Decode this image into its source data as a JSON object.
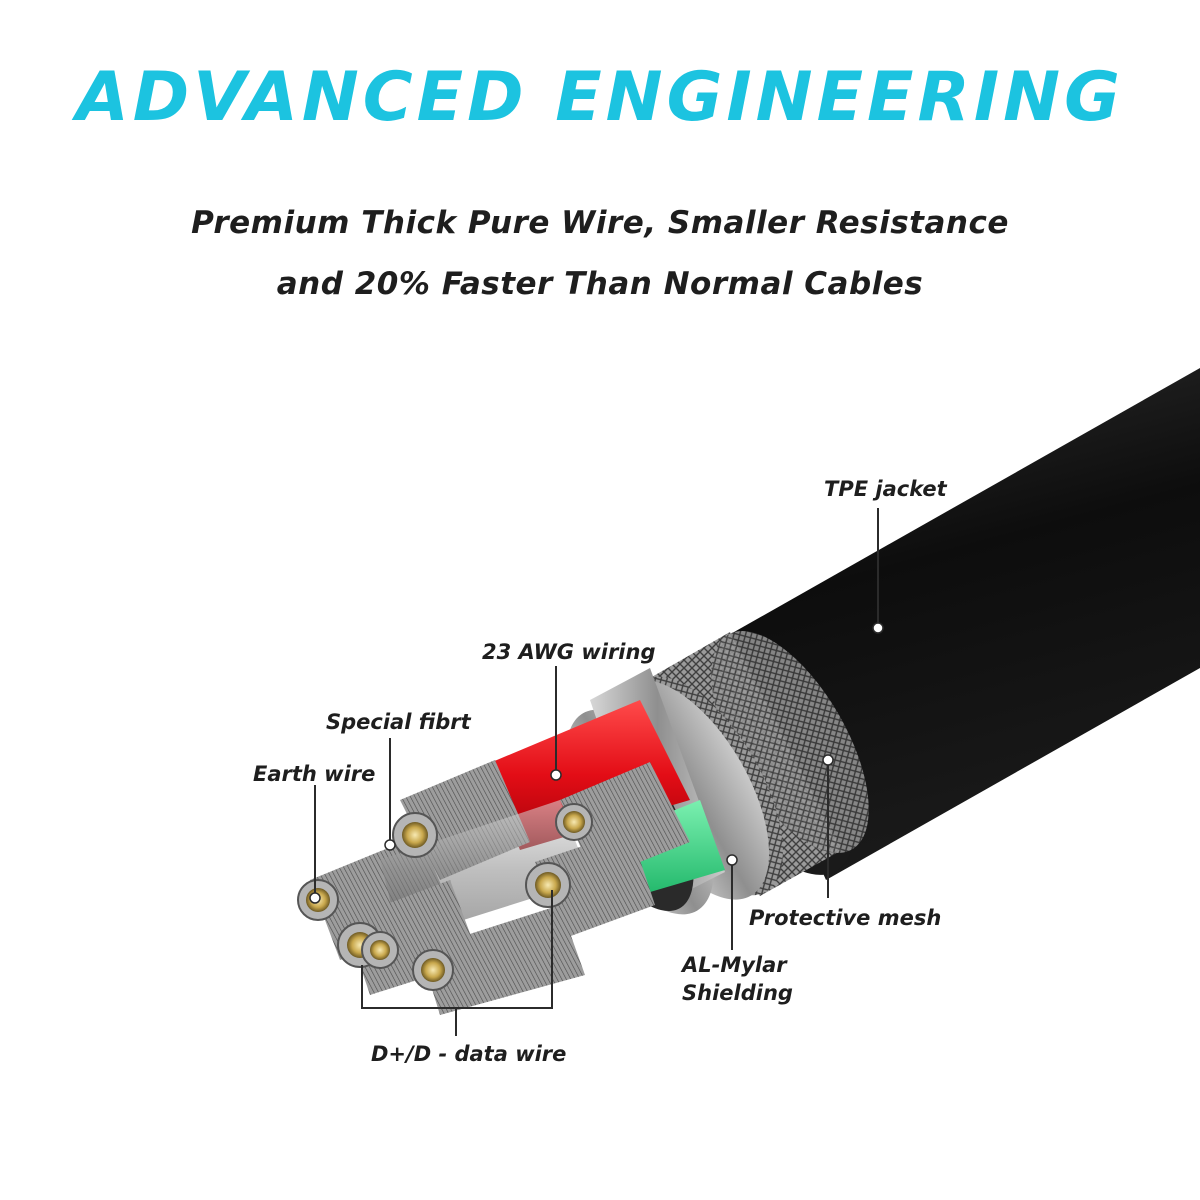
{
  "heading": "ADVANCED ENGINEERING",
  "subtitle_line1": "Premium Thick Pure Wire, Smaller Resistance",
  "subtitle_line2": "and 20% Faster Than Normal Cables",
  "labels": {
    "tpe_jacket": "TPE jacket",
    "awg_wiring": "23 AWG wiring",
    "special_fibrt": "Special fibrt",
    "earth_wire": "Earth wire",
    "protective_mesh": "Protective mesh",
    "al_mylar_line1": "AL-Mylar",
    "al_mylar_line2": "Shielding",
    "data_wire": "D+/D - data wire"
  },
  "colors": {
    "heading": "#1cc3e0",
    "jacket": "#111111",
    "red_insulation": "#e8101b",
    "green_insulation": "#3ed98a",
    "shield": "#a9a9a9",
    "text": "#1e1e1e"
  }
}
